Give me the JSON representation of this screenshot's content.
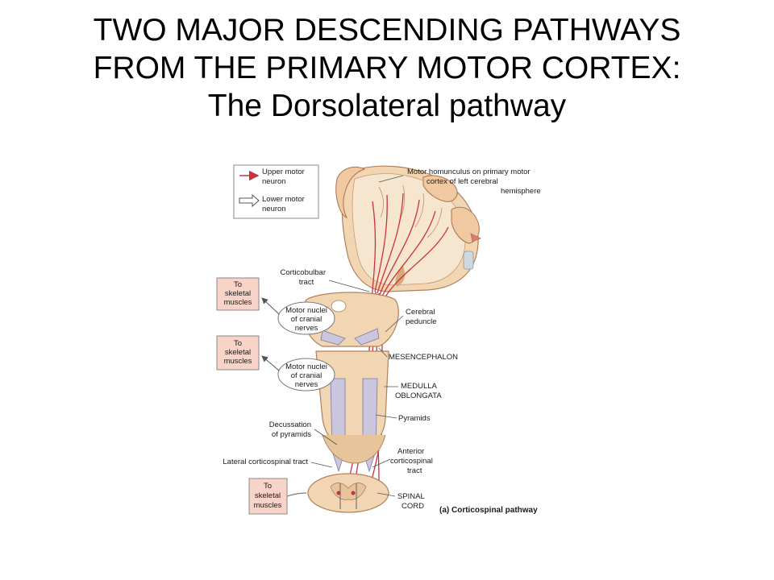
{
  "slide": {
    "title_line1": "TWO MAJOR DESCENDING PATHWAYS",
    "title_line2": "FROM THE PRIMARY MOTOR CORTEX:",
    "title_line3": "The Dorsolateral pathway"
  },
  "legend": {
    "upper_line1": "Upper motor",
    "upper_line2": "neuron",
    "lower_line1": "Lower motor",
    "lower_line2": "neuron"
  },
  "labels": {
    "homunculus_1": "Motor homunculus on primary motor",
    "homunculus_2": "cortex of left cerebral",
    "homunculus_3": "hemisphere",
    "corticobulbar_1": "Corticobulbar",
    "corticobulbar_2": "tract",
    "cerebral_peduncle_1": "Cerebral",
    "cerebral_peduncle_2": "peduncle",
    "mesencephalon": "MESENCEPHALON",
    "medulla_1": "MEDULLA",
    "medulla_2": "OBLONGATA",
    "pyramids": "Pyramids",
    "decussation_1": "Decussation",
    "decussation_2": "of pyramids",
    "lateral_tract": "Lateral corticospinal tract",
    "anterior_1": "Anterior",
    "anterior_2": "corticospinal",
    "anterior_3": "tract",
    "spinal_1": "SPINAL",
    "spinal_2": "CORD",
    "caption": "(a) Corticospinal pathway"
  },
  "nuclei": {
    "n1_1": "Motor nuclei",
    "n1_2": "of cranial",
    "n1_3": "nerves",
    "n2_1": "Motor nuclei",
    "n2_2": "of cranial",
    "n2_3": "nerves"
  },
  "targets": {
    "t1_1": "To",
    "t1_2": "skeletal",
    "t1_3": "muscles",
    "t2_1": "To",
    "t2_2": "skeletal",
    "t2_3": "muscles",
    "t3_1": "To",
    "t3_2": "skeletal",
    "t3_3": "muscles"
  },
  "colors": {
    "upper_neuron": "#c8323c",
    "tissue": "#f2d6b3",
    "tissue_dark": "#d9a877",
    "target_box": "#f7d3c8"
  }
}
